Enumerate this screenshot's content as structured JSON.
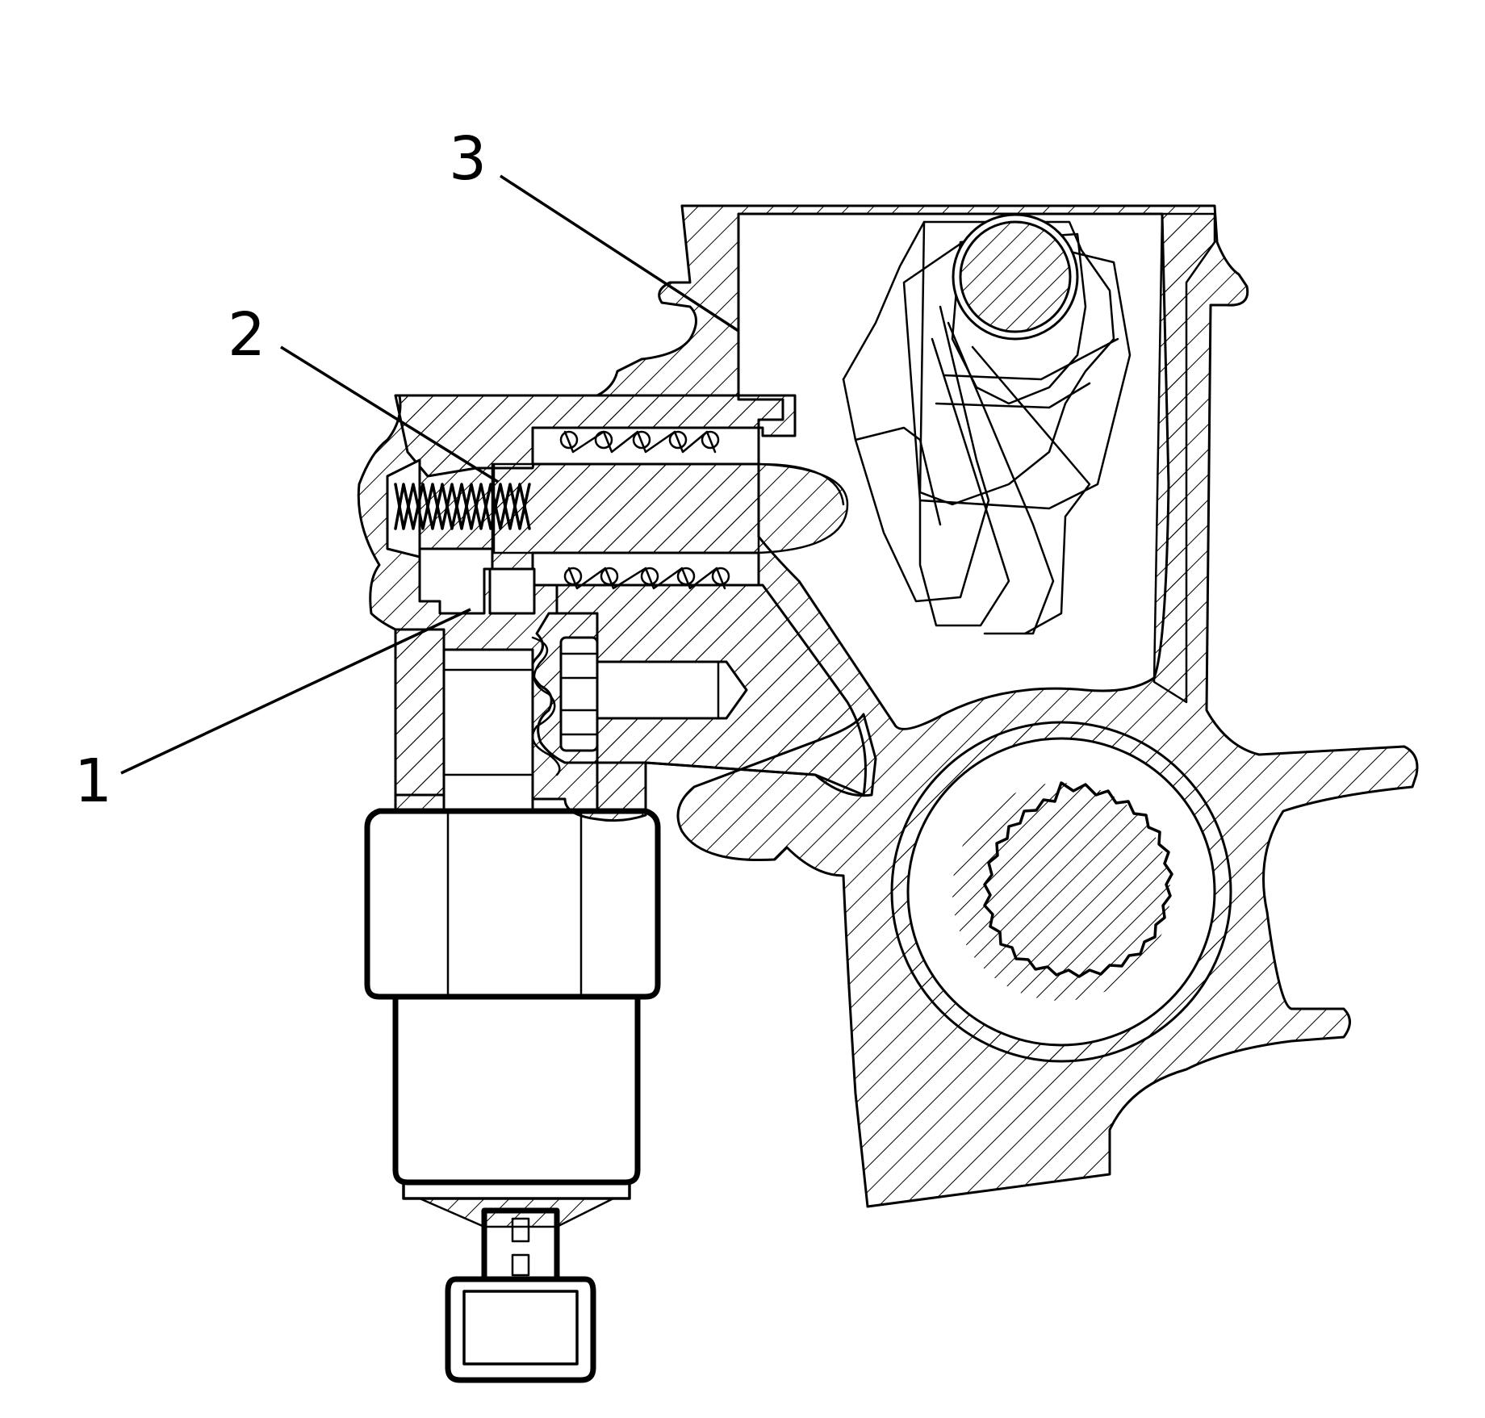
{
  "figure": {
    "callouts": [
      {
        "id": "1",
        "label": "1"
      },
      {
        "id": "2",
        "label": "2"
      },
      {
        "id": "3",
        "label": "3"
      }
    ],
    "colors": {
      "line": "#000000",
      "background": "#ffffff"
    },
    "icons": [
      "sensor-connector-icon",
      "spring-icon",
      "spline-shaft-icon",
      "bolt-icon"
    ]
  }
}
